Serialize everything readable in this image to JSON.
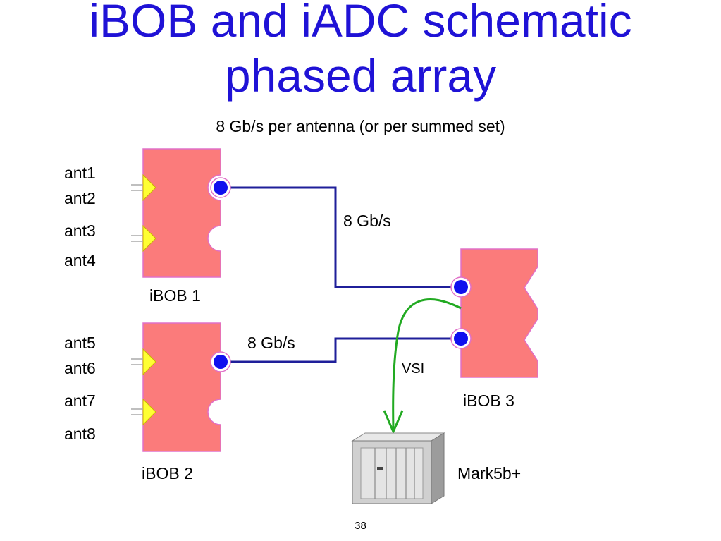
{
  "slide": {
    "title_line1": "iBOB and iADC schematic",
    "title_line2": "phased array",
    "subtitle": "8 Gb/s per antenna (or per summed set)",
    "page_number": "38"
  },
  "antennas": [
    "ant1",
    "ant2",
    "ant3",
    "ant4",
    "ant5",
    "ant6",
    "ant7",
    "ant8"
  ],
  "boards": {
    "ibob1": "iBOB 1",
    "ibob2": "iBOB 2",
    "ibob3": "iBOB 3"
  },
  "links": {
    "upper_rate": "8 Gb/s",
    "lower_rate": "8 Gb/s",
    "vsi": "VSI"
  },
  "recorder": {
    "label": "Mark5b+"
  },
  "colors": {
    "title": "#1f12d6",
    "board_fill": "#fb7b7b",
    "board_border": "#e060c0",
    "connector": "#1010ee",
    "wire": "#1f1f9a",
    "vsi_arrow": "#22aa22",
    "input_arrow": "#ffff00"
  }
}
